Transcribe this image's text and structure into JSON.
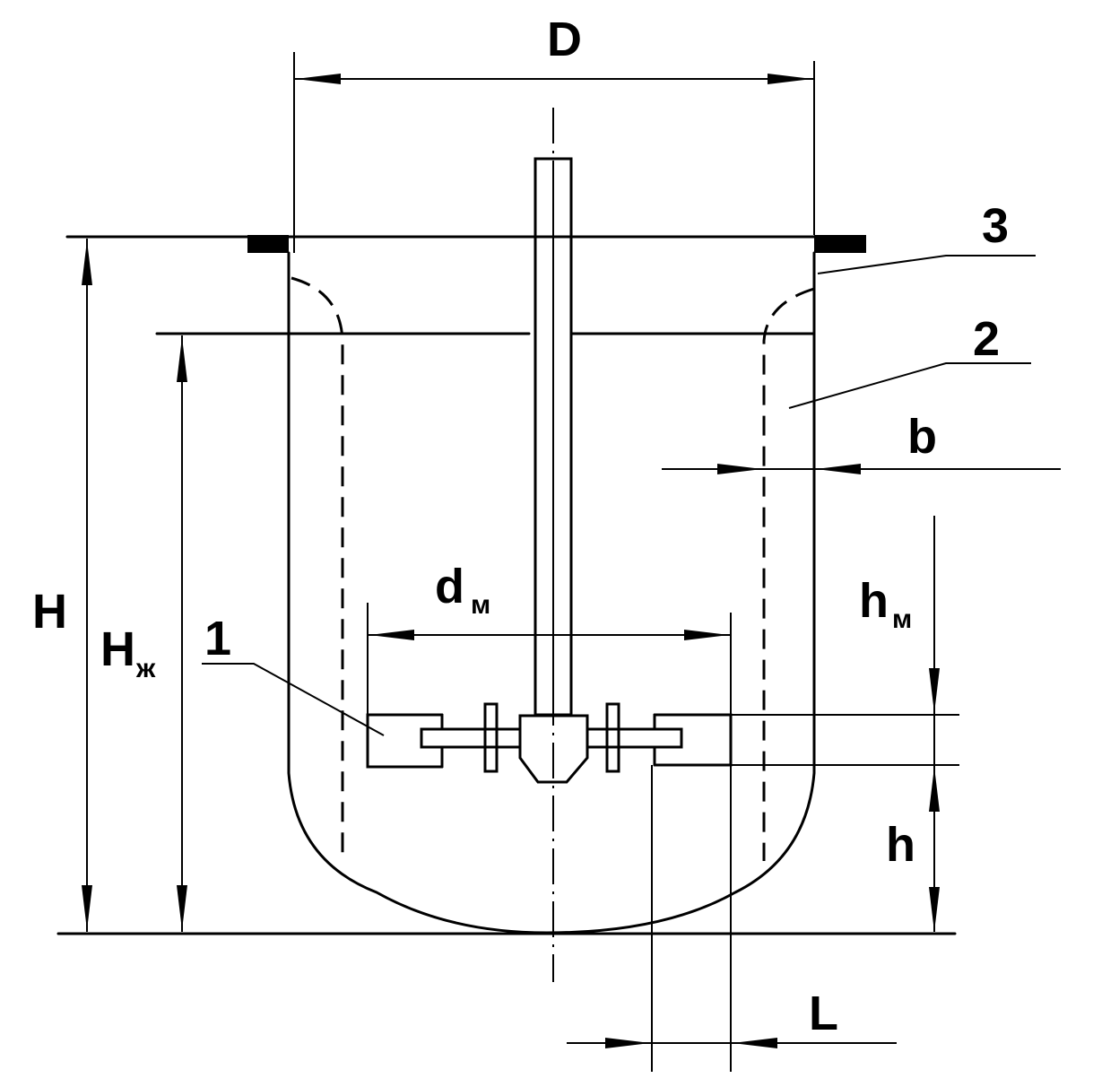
{
  "labels": {
    "D": "D",
    "H": "H",
    "Hzh_main": "H",
    "Hzh_sub": "ж",
    "dm_main": "d",
    "dm_sub": "м",
    "hm_main": "h",
    "hm_sub": "м",
    "h": "h",
    "b": "b",
    "L": "L",
    "callout_1": "1",
    "callout_2": "2",
    "callout_3": "3"
  }
}
